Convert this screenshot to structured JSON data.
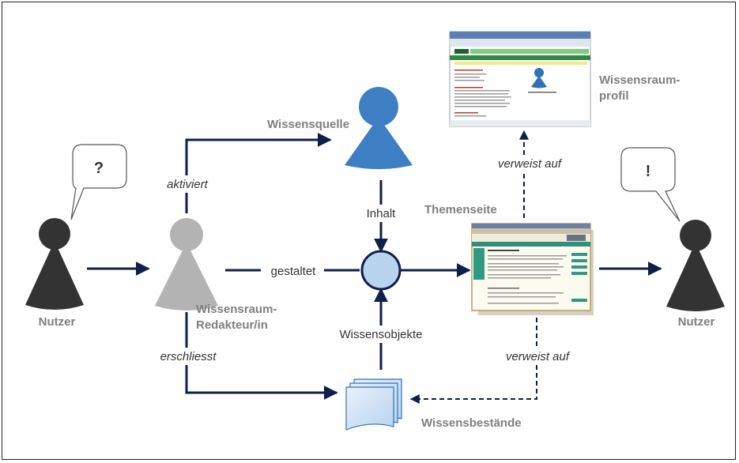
{
  "labels": {
    "user_left": "Nutzer",
    "user_right": "Nutzer",
    "editor_line1": "Wissensraum-",
    "editor_line2": "Redakteur/in",
    "source": "Wissensquelle",
    "profile_line1": "Wissensraum-",
    "profile_line2": "profil",
    "theme_page": "Themenseite",
    "holdings": "Wissensbestände"
  },
  "bubbles": {
    "question": "?",
    "answer": "!"
  },
  "edges": {
    "activates": "aktiviert",
    "designs": "gestaltet",
    "content": "Inhalt",
    "knowledge_objects": "Wissensobjekte",
    "opens_up": "erschliesst",
    "refers_top": "verweist auf",
    "refers_bottom": "verweist auf"
  },
  "colors": {
    "navy": "#0f1f4a",
    "user_dark": "#333333",
    "editor_gray": "#b3b3b3",
    "source_blue": "#3d7fc2",
    "hub_fill": "#b8d4ee",
    "label_gray": "#7f7f7f"
  }
}
